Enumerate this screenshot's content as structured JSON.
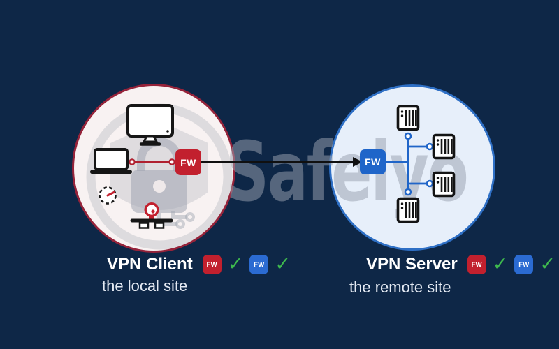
{
  "brand": {
    "watermark_text": "Safelyo",
    "watermark_emblem": "shield-lock-circuit-logo"
  },
  "colors": {
    "background_navy": "#0e2747",
    "client_accent_red": "#c2202e",
    "server_accent_blue": "#1f65c9",
    "client_circle_border": "#96233a",
    "client_circle_fill": "#f8f2f2",
    "server_circle_border": "#2e6fc5",
    "server_circle_fill": "#e7effa",
    "check_green": "#3eb94e",
    "tunnel_arrow_black": "#101010",
    "watermark_gray": "rgba(154,161,175,0.52)"
  },
  "client_site": {
    "title": "VPN Client",
    "subtitle": "the local site",
    "firewall_label": "FW",
    "device_icons": [
      "desktop-monitor",
      "laptop",
      "timer",
      "webcam"
    ],
    "status_badges": [
      {
        "label": "FW",
        "style": "red",
        "check": "✓"
      },
      {
        "label": "FW",
        "style": "blue",
        "check": "✓"
      }
    ]
  },
  "server_site": {
    "title": "VPN Server",
    "subtitle": "the remote site",
    "firewall_label": "FW",
    "device_icons": [
      "server",
      "server",
      "server",
      "server"
    ],
    "status_badges": [
      {
        "label": "FW",
        "style": "red",
        "check": "✓"
      },
      {
        "label": "FW",
        "style": "blue",
        "check": "✓"
      }
    ]
  },
  "connection": {
    "kind": "vpn-tunnel-arrow",
    "direction": "client-to-server"
  }
}
